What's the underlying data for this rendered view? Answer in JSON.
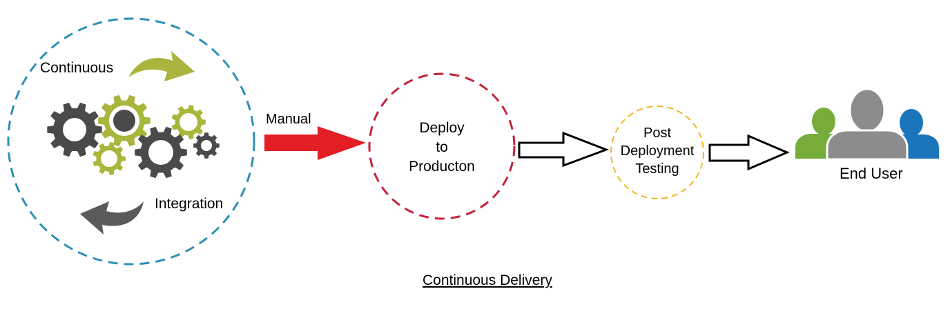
{
  "diagram": {
    "ci_circle": {
      "label_top": "Continuous",
      "label_bottom": "Integration",
      "gear_icon": "gears-icon",
      "arrow_top_icon": "curved-arrow-right-icon",
      "arrow_bottom_icon": "curved-arrow-left-icon"
    },
    "manual_arrow": {
      "label": "Manual",
      "icon": "red-arrow-icon"
    },
    "deploy_node": {
      "lines": [
        "Deploy",
        "to",
        "Producton"
      ]
    },
    "testing_node": {
      "lines": [
        "Post",
        "Deployment",
        "Testing"
      ]
    },
    "end_user": {
      "label": "End User",
      "icon": "users-icon"
    },
    "title": "Continuous Delivery"
  },
  "colors": {
    "ci_border": "#2b8fb4",
    "deploy_border": "#c0243a",
    "testing_border": "#f2b523",
    "manual_arrow": "#e31e24",
    "gear_dark": "#4a4a4a",
    "gear_olive": "#a8b63c",
    "arrow_olive": "#a9b53d",
    "arrow_gray": "#5a5a5a",
    "user_green": "#76ad3a",
    "user_gray": "#8c8c8c",
    "user_blue": "#1b75bb"
  }
}
